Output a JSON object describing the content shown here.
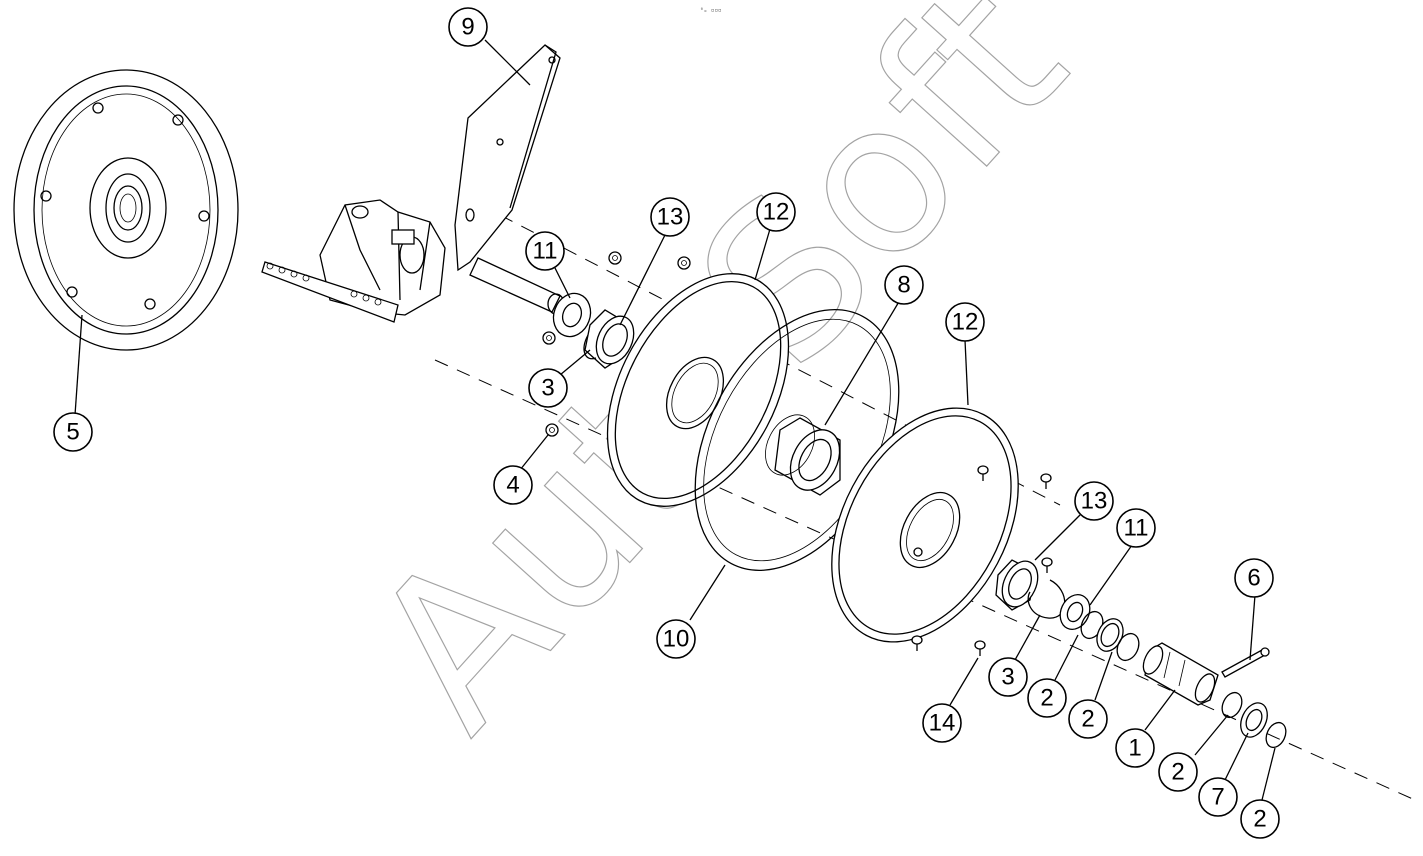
{
  "watermark": {
    "text": "AutoSoft"
  },
  "header_mark": {
    "text": "⁰ₒ ▫▫▫"
  },
  "callouts": [
    {
      "id": "c9",
      "label": "9"
    },
    {
      "id": "c13a",
      "label": "13"
    },
    {
      "id": "c12a",
      "label": "12"
    },
    {
      "id": "c11a",
      "label": "11"
    },
    {
      "id": "c3a",
      "label": "3"
    },
    {
      "id": "c5",
      "label": "5"
    },
    {
      "id": "c4",
      "label": "4"
    },
    {
      "id": "c8",
      "label": "8"
    },
    {
      "id": "c12b",
      "label": "12"
    },
    {
      "id": "c10",
      "label": "10"
    },
    {
      "id": "c13b",
      "label": "13"
    },
    {
      "id": "c11b",
      "label": "11"
    },
    {
      "id": "c6",
      "label": "6"
    },
    {
      "id": "c3b",
      "label": "3"
    },
    {
      "id": "c2a",
      "label": "2"
    },
    {
      "id": "c2b",
      "label": "2"
    },
    {
      "id": "c14",
      "label": "14"
    },
    {
      "id": "c1",
      "label": "1"
    },
    {
      "id": "c2c",
      "label": "2"
    },
    {
      "id": "c7",
      "label": "7"
    },
    {
      "id": "c2d",
      "label": "2"
    }
  ]
}
